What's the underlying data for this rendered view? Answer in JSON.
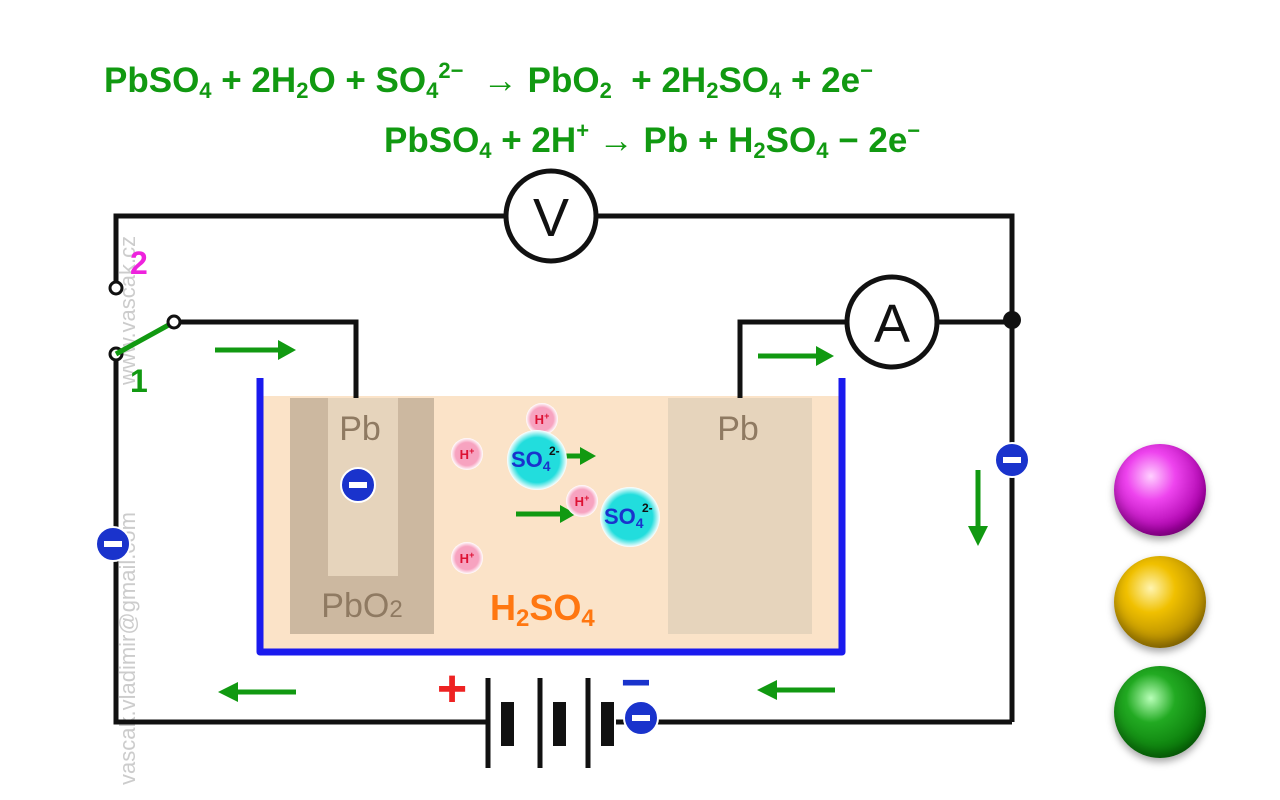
{
  "equations": {
    "line1": {
      "a1": "PbSO",
      "a1sub": "4",
      "a2": " + 2H",
      "a2sub": "2",
      "a3": "O + SO",
      "a3sub": "4",
      "a3sup": "2−",
      "a4": "  → PbO",
      "a4sub": "2",
      "a5": "  + 2H",
      "a5sub": "2",
      "a6": "SO",
      "a6sub": "4",
      "a7": " + 2e",
      "a7sup": "−"
    },
    "line2": {
      "b1": "PbSO",
      "b1sub": "4",
      "b2": " + 2H",
      "b2sup": "+",
      "b3": " → Pb + H",
      "b3sub": "2",
      "b4": "SO",
      "b4sub": "4",
      "b5": " − 2e",
      "b5sup": "−"
    }
  },
  "meters": {
    "voltmeter": "V",
    "ammeter": "A"
  },
  "switch": {
    "position_2": "2",
    "position_1": "1"
  },
  "electrodes": {
    "left_top": "Pb",
    "left_bottom_main": "PbO",
    "left_bottom_sub": "2",
    "right_top": "Pb"
  },
  "electrolyte": {
    "main": "H",
    "sub1": "2",
    "mid": "SO",
    "sub2": "4"
  },
  "ions": {
    "hydrogen": "H",
    "hydrogen_charge": "+",
    "sulfate": "SO",
    "sulfate_sub": "4",
    "sulfate_charge": "2-"
  },
  "battery": {
    "plus": "+",
    "minus": "−"
  },
  "electron_symbol": "−",
  "watermark": {
    "email": "vascak.vladimir@gmail.com",
    "web": "www.vascak.cz"
  },
  "colors": {
    "equation": "#119911",
    "arrow": "#119911",
    "wire": "#111111",
    "container": "#1a1aee",
    "electrolyte": "#fbe3c8",
    "electrode": "#ccb8a0",
    "electrode_inner": "#e6d4bc",
    "electrolyte_label": "#ff7711",
    "hydrogen_ion": "#f7a3c0",
    "sulfate_ion": "#22dddd",
    "electron": "#1a33cc",
    "switch_pos2": "#ee22dd",
    "switch_pos1": "#119911",
    "plus_sign": "#ee2222",
    "minus_sign": "#1a33cc"
  },
  "buttons": [
    {
      "name": "magenta-button",
      "color": "#dd22dd"
    },
    {
      "name": "yellow-button",
      "color": "#e0b000"
    },
    {
      "name": "green-button",
      "color": "#119911"
    }
  ]
}
